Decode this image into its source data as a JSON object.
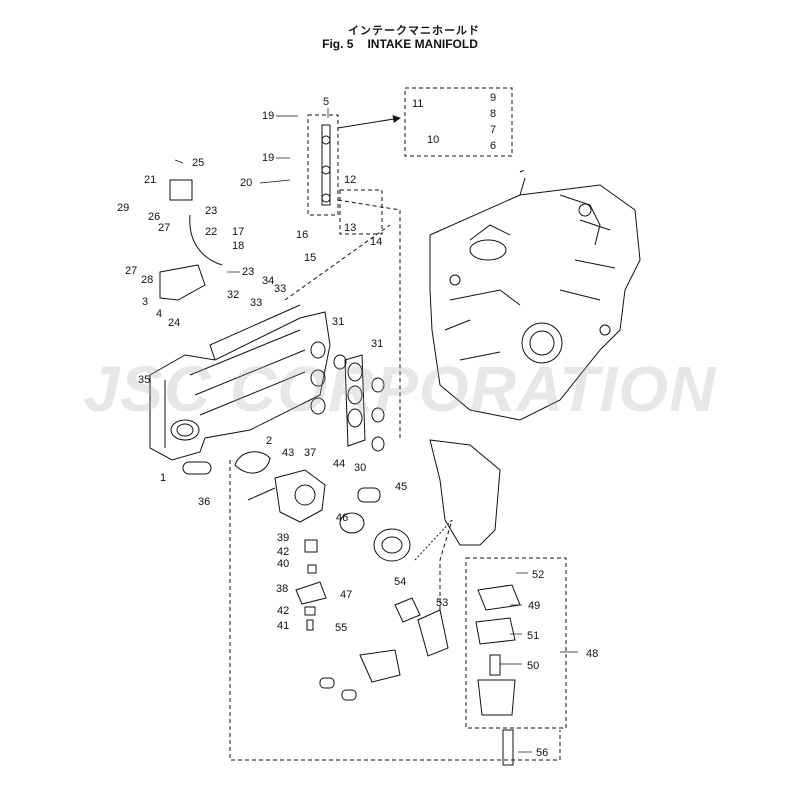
{
  "title": {
    "japanese": "インテークマニホールド",
    "figure": "Fig. 5",
    "name": "INTAKE MANIFOLD"
  },
  "watermark": "JSC CORPORATION",
  "colors": {
    "line": "#111111",
    "fill": "#ffffff",
    "watermark": "#aaaaaa"
  },
  "callouts": [
    "1",
    "2",
    "3",
    "4",
    "5",
    "6",
    "7",
    "8",
    "9",
    "10",
    "11",
    "12",
    "13",
    "14",
    "15",
    "16",
    "17",
    "18",
    "19",
    "19",
    "20",
    "21",
    "22",
    "23",
    "23",
    "24",
    "25",
    "26",
    "27",
    "27",
    "28",
    "29",
    "30",
    "31",
    "31",
    "32",
    "33",
    "33",
    "34",
    "35",
    "36",
    "37",
    "38",
    "39",
    "40",
    "41",
    "42",
    "42",
    "43",
    "44",
    "45",
    "46",
    "47",
    "48",
    "49",
    "50",
    "51",
    "52",
    "53",
    "54",
    "55",
    "56"
  ]
}
